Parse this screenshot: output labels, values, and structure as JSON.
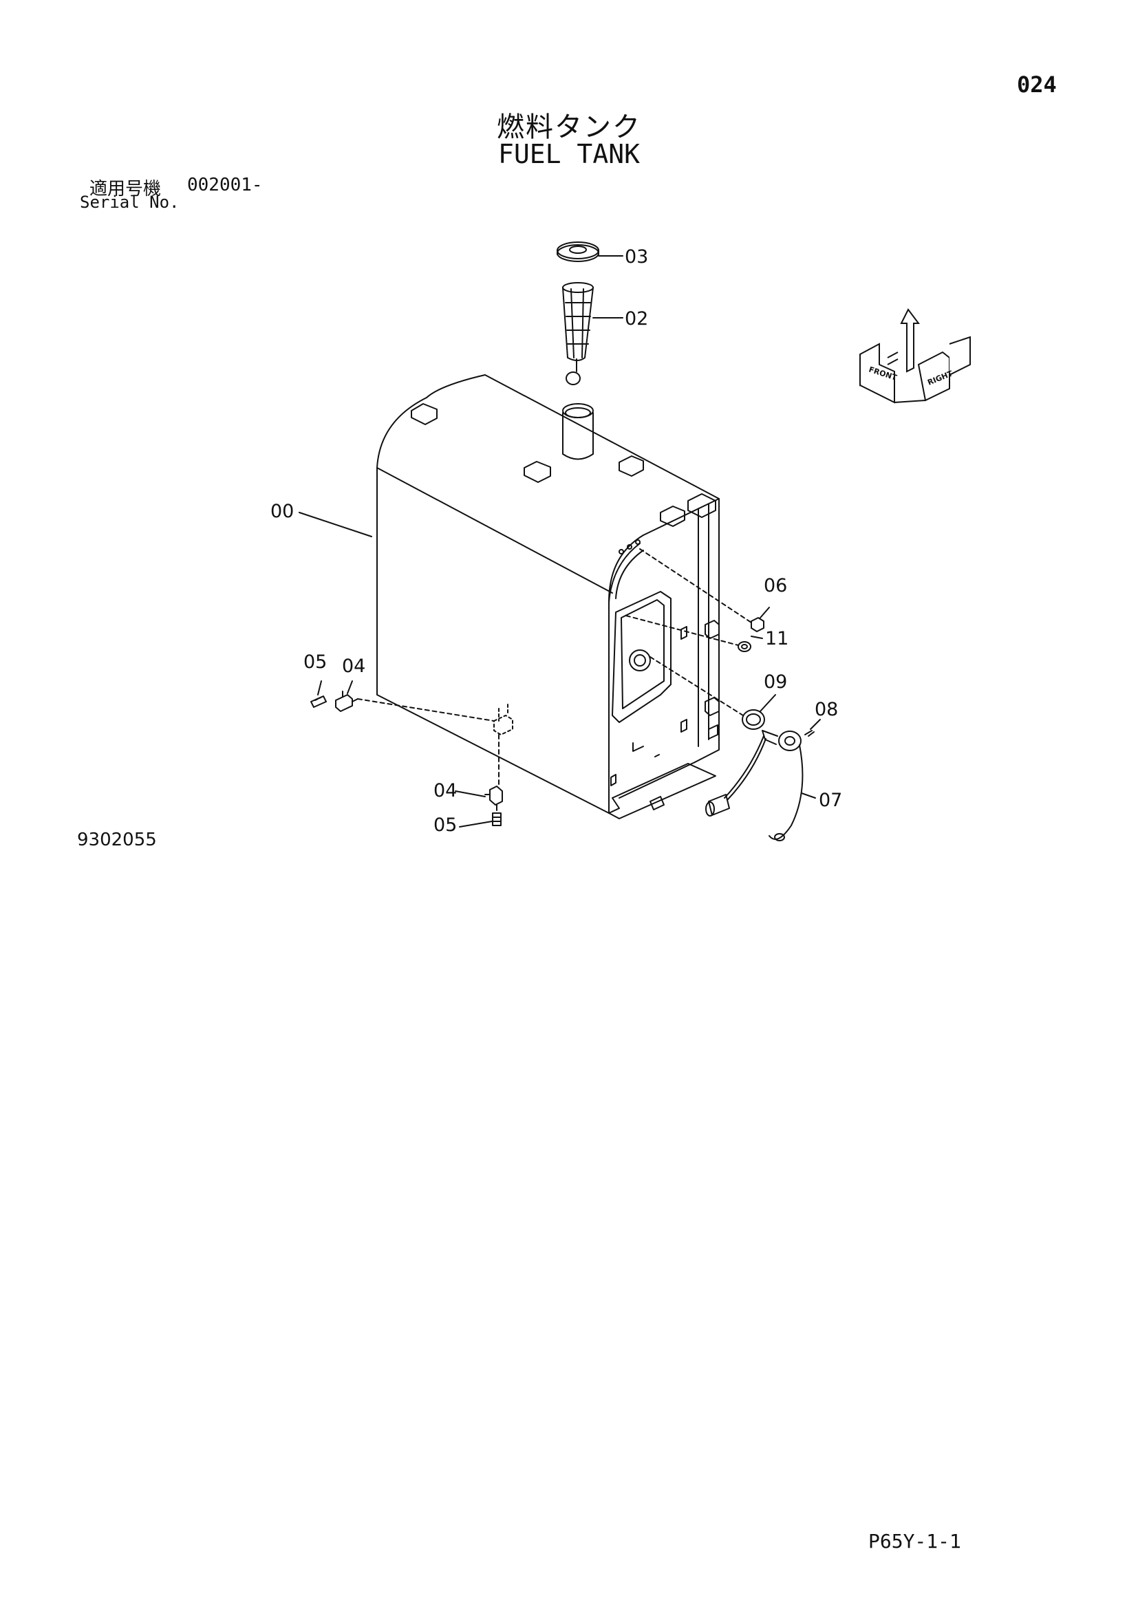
{
  "header": {
    "page_number": "024",
    "title_jp": "燃料タンク",
    "title_en": "FUEL TANK",
    "serial_label_jp": "適用号機",
    "serial_value": "002001-",
    "serial_label_en": "Serial No."
  },
  "diagram": {
    "figure_number": "9302055",
    "sheet_code": "P65Y-1-1",
    "callouts": {
      "tank": "00",
      "strainer": "02",
      "cap": "03",
      "valve_left": "04",
      "plug_left": "05",
      "valve_bottom": "04",
      "plug_bottom": "05",
      "nut": "06",
      "sender": "07",
      "screw": "08",
      "gasket": "09",
      "washer": "11"
    },
    "orientation": {
      "front_label": "FRONT",
      "right_label": "RIGHT"
    }
  }
}
